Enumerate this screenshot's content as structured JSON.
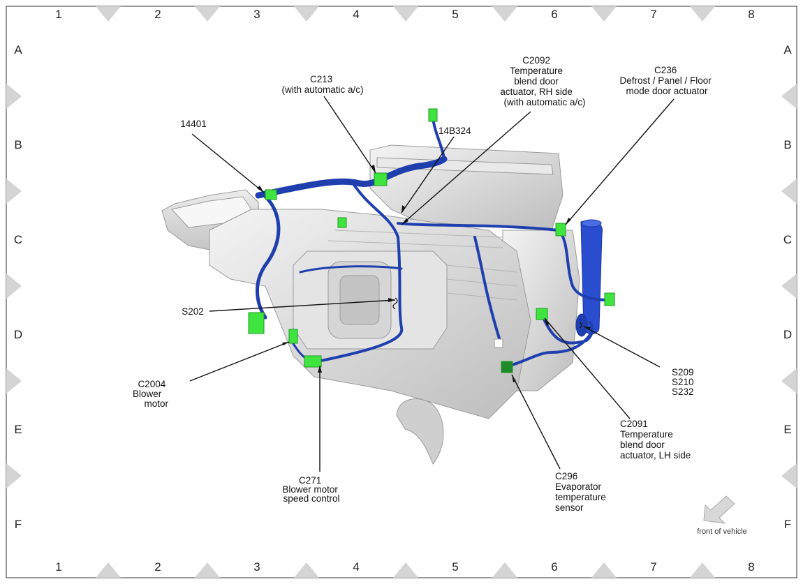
{
  "grid": {
    "columns": [
      "1",
      "2",
      "3",
      "4",
      "5",
      "6",
      "7",
      "8"
    ],
    "rows": [
      "A",
      "B",
      "C",
      "D",
      "E",
      "F"
    ]
  },
  "callouts": [
    {
      "id": "14401",
      "lines": [
        "14401"
      ]
    },
    {
      "id": "C213",
      "lines": [
        "C213",
        "(with automatic a/c)"
      ]
    },
    {
      "id": "14B324",
      "lines": [
        "14B324"
      ]
    },
    {
      "id": "C2092",
      "lines": [
        "C2092",
        "Temperature",
        "blend door",
        "actuator, RH side",
        "(with automatic a/c)"
      ]
    },
    {
      "id": "C236",
      "lines": [
        "C236",
        "Defrost / Panel / Floor",
        "mode door actuator"
      ]
    },
    {
      "id": "S202",
      "lines": [
        "S202"
      ]
    },
    {
      "id": "C2004",
      "lines": [
        "C2004",
        "Blower",
        "motor"
      ]
    },
    {
      "id": "C271",
      "lines": [
        "C271",
        "Blower motor",
        "speed control"
      ]
    },
    {
      "id": "C296",
      "lines": [
        "C296",
        "Evaporator",
        "temperature",
        "sensor"
      ]
    },
    {
      "id": "C2091",
      "lines": [
        "C2091",
        "Temperature",
        "blend door",
        "actuator, LH side"
      ]
    },
    {
      "id": "S209",
      "lines": [
        "S209",
        "S210",
        "S232"
      ]
    }
  ],
  "orientation": {
    "label": "front of vehicle",
    "icon": "arrow-down-left-icon"
  },
  "colors": {
    "harness": "#1f3fae",
    "connector": "#3fe43f",
    "housing": "#dcdcdc"
  }
}
